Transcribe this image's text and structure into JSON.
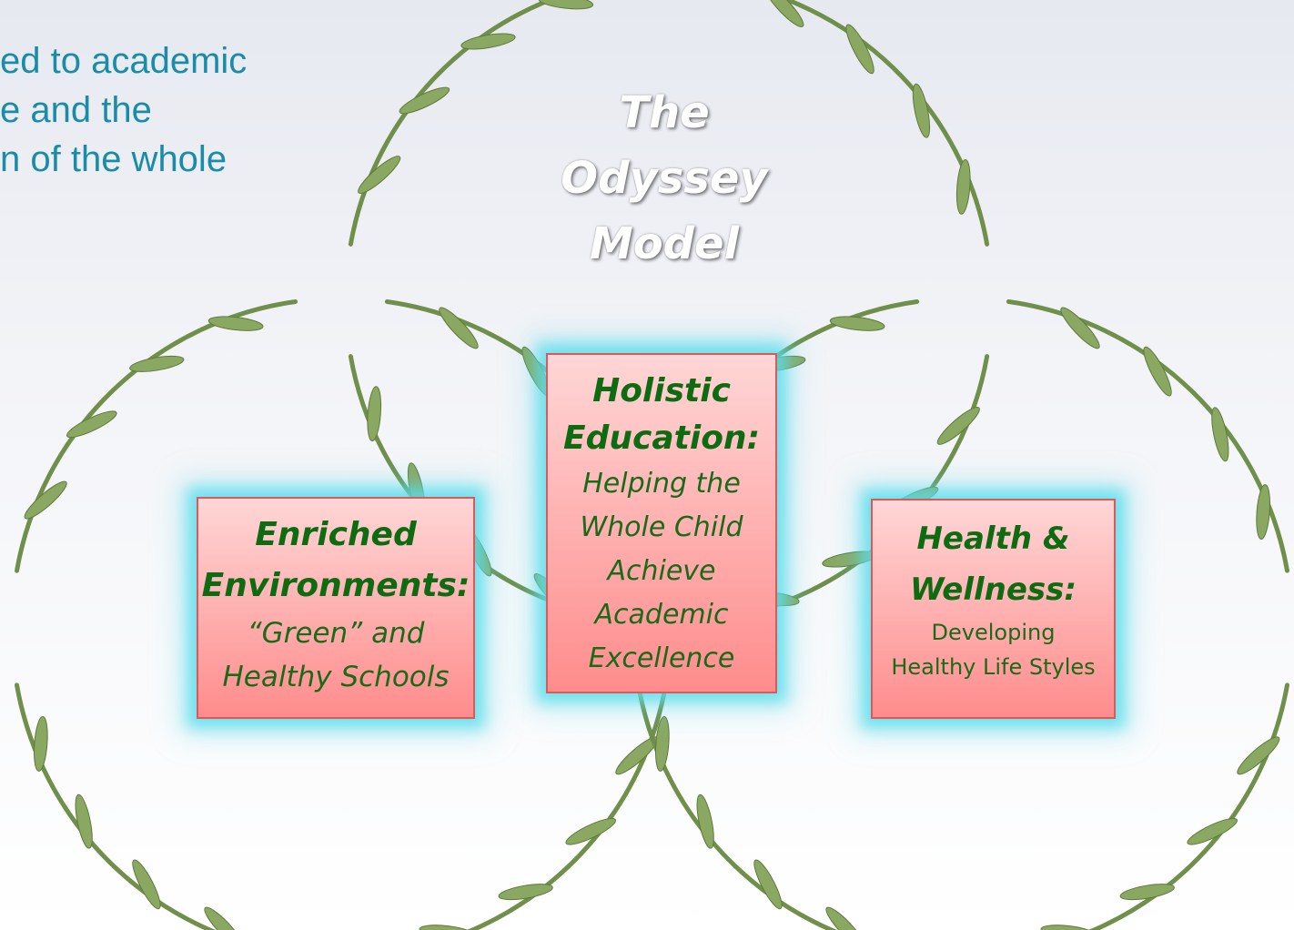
{
  "intro": {
    "lines": [
      "ed to academic",
      "e and the",
      "n of the whole"
    ]
  },
  "model_title": {
    "lines": [
      "The",
      "Odyssey",
      "Model"
    ]
  },
  "boxes": {
    "center": {
      "heading_lines": [
        "Holistic",
        "Education:"
      ],
      "sub_lines": [
        "Helping the",
        "Whole Child",
        "Achieve",
        "Academic",
        "Excellence"
      ]
    },
    "left": {
      "heading_lines": [
        "Enriched",
        "Environments:"
      ],
      "sub_lines": [
        "“Green” and",
        "Healthy Schools"
      ]
    },
    "right": {
      "heading_lines": [
        "Health &",
        "Wellness:"
      ],
      "sub_lines": [
        "Developing",
        "Healthy Life Styles"
      ]
    }
  },
  "colors": {
    "intro_text": "#1a8ca8",
    "vine": "#6f8f4a",
    "leaf": "#8aa862",
    "box_border": "#d95a5a",
    "box_glow": "#5adceb",
    "box_text": "#0f6b12"
  },
  "icons": {
    "vine_wreath": "vine-wreath-icon",
    "leaf": "leaf-icon"
  }
}
